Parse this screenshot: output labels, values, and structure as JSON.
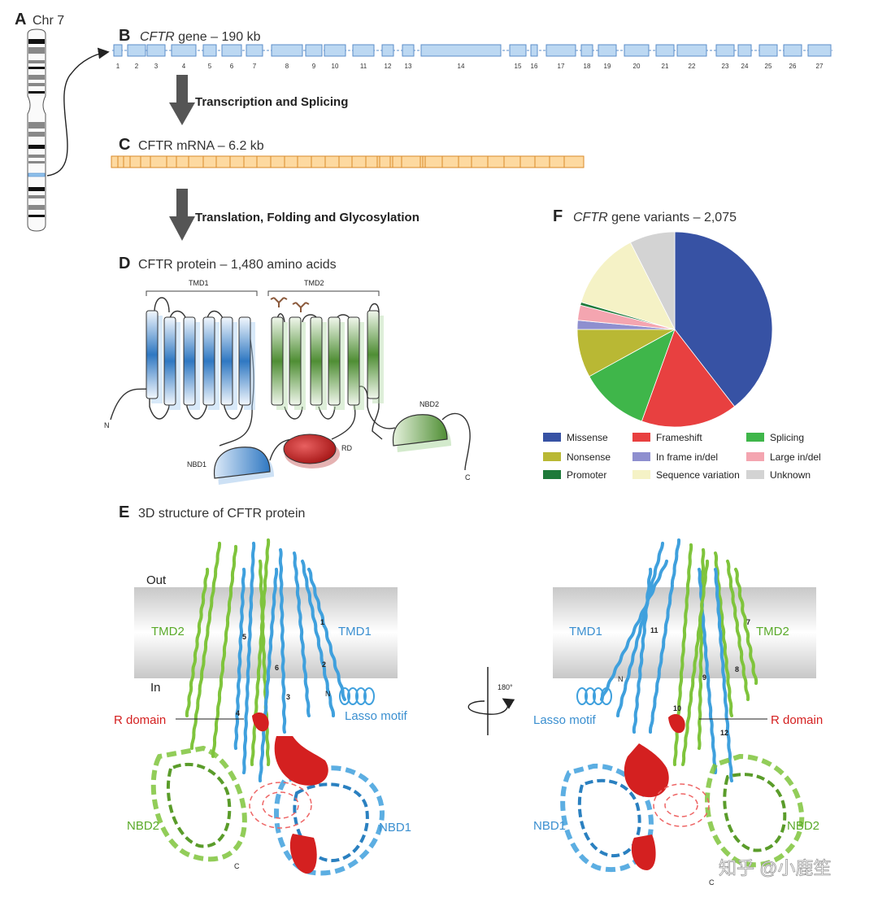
{
  "panel_a": {
    "letter": "A",
    "title": "Chr 7"
  },
  "panel_b": {
    "letter": "B",
    "title_italic": "CFTR",
    "title_rest": " gene – 190 kb",
    "exons": [
      "1",
      "2",
      "3",
      "4",
      "5",
      "6",
      "7",
      "8",
      "9",
      "10",
      "11",
      "12",
      "13",
      "14",
      "15",
      "16",
      "17",
      "18",
      "19",
      "20",
      "21",
      "22",
      "23",
      "24",
      "25",
      "26",
      "27"
    ]
  },
  "step1": "Transcription and Splicing",
  "panel_c": {
    "letter": "C",
    "title": "CFTR mRNA – 6.2 kb"
  },
  "step2": "Translation, Folding and Glycosylation",
  "panel_d": {
    "letter": "D",
    "title": "CFTR protein – 1,480 amino acids",
    "labels": {
      "tmd1": "TMD1",
      "tmd2": "TMD2",
      "nbd1": "NBD1",
      "nbd2": "NBD2",
      "rd": "RD",
      "n": "N",
      "c": "C"
    }
  },
  "panel_f": {
    "letter": "F",
    "title_italic": "CFTR",
    "title_rest": " gene variants – 2,075"
  },
  "panel_e": {
    "letter": "E",
    "title": "3D structure of CFTR protein",
    "left": {
      "out": "Out",
      "in": "In",
      "tmd2": "TMD2",
      "tmd1": "TMD1",
      "r_domain": "R domain",
      "lasso": "Lasso motif",
      "nbd2": "NBD2",
      "nbd1": "NBD1",
      "c": "C",
      "n": "N",
      "helix_numbers": [
        "1",
        "2",
        "3",
        "4",
        "5",
        "6"
      ]
    },
    "rotation": "180°",
    "right": {
      "tmd1": "TMD1",
      "tmd2": "TMD2",
      "r_domain": "R domain",
      "lasso": "Lasso motif",
      "nbd1": "NBD1",
      "nbd2": "NBD2",
      "c": "C",
      "n": "N",
      "helix_numbers": [
        "7",
        "8",
        "9",
        "10",
        "11",
        "12"
      ]
    }
  },
  "watermark": "知乎 @小鹿笙",
  "colors": {
    "tmd1": "#3a8fd0",
    "tmd2": "#6aa84f",
    "struct_blue": "#3fa0dd",
    "struct_green": "#7fc43c",
    "r_domain": "#d42020",
    "exon_fill": "#bcd8f2",
    "exon_stroke": "#5b8ec9",
    "mrna_fill": "#fdd9a0",
    "mrna_stroke": "#d98a2a"
  },
  "chart_data": {
    "type": "pie",
    "title": "CFTR gene variants – 2,075",
    "categories": [
      "Missense",
      "Frameshift",
      "Splicing",
      "Nonsense",
      "In frame in/del",
      "Large in/del",
      "Promoter",
      "Sequence variation",
      "Unknown"
    ],
    "values": [
      39.5,
      16,
      11.5,
      8,
      1.5,
      2.5,
      0.5,
      13,
      7.5
    ],
    "colors": [
      "#3752a4",
      "#e84040",
      "#3fb64a",
      "#b9b834",
      "#8e8fcf",
      "#f4a5b0",
      "#1e7a3a",
      "#f5f2c6",
      "#d3d3d3"
    ],
    "legend_position": "bottom"
  }
}
